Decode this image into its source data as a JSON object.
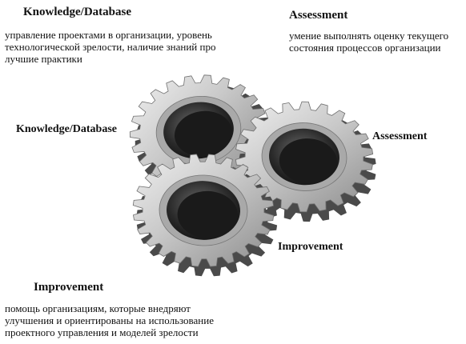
{
  "blocks": {
    "knowledge": {
      "title": "Knowledge/Database",
      "text": "управление проектами в организации, уровень\nтехнологической зрелости, наличие знаний про\nлучшие практики"
    },
    "assessment": {
      "title": "Assessment",
      "text": "умение выполнять оценку текущего\nсостояния процессов организации"
    },
    "improvement": {
      "title": "Improvement",
      "text": "помощь организациям, которые внедряют\nулучшения и ориентированы на использование\nпроектного управления и моделей зрелости"
    }
  },
  "gear_labels": {
    "knowledge": "Knowledge/Database",
    "assessment": "Assessment",
    "improvement": "Improvement"
  },
  "gears": {
    "top": {
      "teeth": 22
    },
    "right": {
      "teeth": 22
    },
    "front": {
      "teeth": 24
    }
  },
  "colors": {
    "gear_light": "#e6e6e6",
    "gear_mid": "#a9a9a9",
    "gear_dark": "#4a4a4a",
    "hole_dark": "#1a1a1a"
  }
}
